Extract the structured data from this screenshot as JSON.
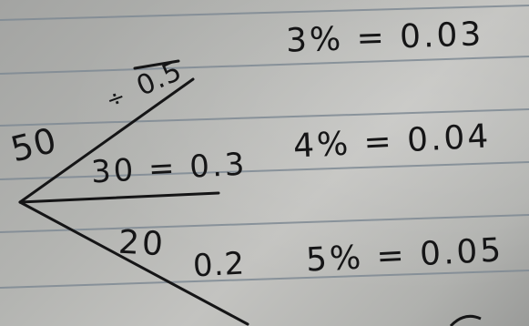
{
  "tree": {
    "root_value": "50",
    "top_branch_label": "0.5",
    "top_branch_mark": "÷",
    "middle_branch_label": "30 = 0.3",
    "bottom_branch_value": "20",
    "bottom_branch_label": "0.2"
  },
  "conversions": [
    {
      "text": "3% = 0.03"
    },
    {
      "text": "4% = 0.04"
    },
    {
      "text": "5% = 0.05"
    }
  ],
  "colors": {
    "ink": "#151516",
    "paper": "#b3b4b1",
    "ruled_line": "#7f8a94"
  }
}
